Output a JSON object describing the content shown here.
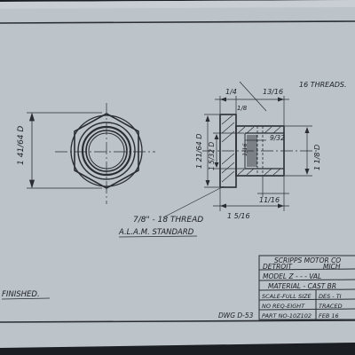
{
  "drawing": {
    "threads_note": "16 THREADS.",
    "thread_spec": "7/8\" - 18 THREAD",
    "thread_standard": "A.L.A.M. STANDARD",
    "finished_note": "FINISHED.",
    "drawing_number": "DWG D-53",
    "dimensions": {
      "left_diameter": "1 41/64 D",
      "front_diameter": "1 21/64 D",
      "inner_diameter": "1 5/32 D",
      "side_diameter": "1 1/8 D",
      "bore_depth": "9/32",
      "width_top_left": "1/4",
      "width_top_right": "13/16",
      "width_small": "1/8",
      "width_bottom_left": "1 5/16",
      "width_bottom_right": "11/16",
      "gap_small": "1/16"
    }
  },
  "title_block": {
    "company": "SCRIPPS MOTOR CO",
    "city_left": "DETROIT",
    "city_right": "MICH",
    "model": "MODEL Z - - - VAL",
    "material": "MATERIAL - CAST BR",
    "scale": "SCALE-FULL SIZE",
    "designer": "DES - TI",
    "required": "NO REQ-EIGHT",
    "traced": "TRACED",
    "part_no": "PART NO-10Z102",
    "date": "FEB 16"
  }
}
